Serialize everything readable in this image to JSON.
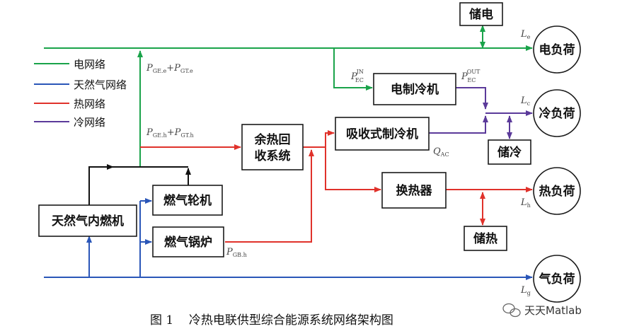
{
  "colors": {
    "electric": "#1aa34a",
    "gas": "#2a56b8",
    "heat": "#e0322b",
    "cold": "#5b3a9a",
    "black": "#111111"
  },
  "legend": {
    "electric": "电网络",
    "gas": "天然气网络",
    "heat": "热网络",
    "cold": "冷网络"
  },
  "nodes": {
    "gas_engine": "天然气内燃机",
    "gas_turbine": "燃气轮机",
    "gas_boiler": "燃气锅炉",
    "waste_heat": [
      "余热回",
      "收系统"
    ],
    "electric_chiller": "电制冷机",
    "absorption_chiller": "吸收式制冷机",
    "heat_exchanger": "换热器",
    "storage_electric": "储电",
    "storage_cold": "储冷",
    "storage_heat": "储热"
  },
  "loads": {
    "electric": "电负荷",
    "cold": "冷负荷",
    "heat": "热负荷",
    "gas": "气负荷"
  },
  "labels": {
    "p_ge_gt_e": {
      "a": "P",
      "a_sub": "GE.e",
      "plus": "+",
      "b": "P",
      "b_sub": "GT.e"
    },
    "p_ge_gt_h": {
      "a": "P",
      "a_sub": "GE.h",
      "plus": "+",
      "b": "P",
      "b_sub": "GT.h"
    },
    "p_ec_in": {
      "main": "P",
      "sub": "EC",
      "sup": "IN"
    },
    "p_ec_out": {
      "main": "P",
      "sub": "EC",
      "sup": "OUT"
    },
    "q_ac": {
      "main": "Q",
      "sub": "AC"
    },
    "p_gb_h": {
      "main": "P",
      "sub": "GB.h"
    },
    "l_e": {
      "main": "L",
      "sub": "e"
    },
    "l_c": {
      "main": "L",
      "sub": "c"
    },
    "l_h": {
      "main": "L",
      "sub": "h"
    },
    "l_g": {
      "main": "L",
      "sub": "g"
    }
  },
  "caption": "图 1    冷热电联供型综合能源系统网络架构图",
  "watermark": "天天Matlab"
}
